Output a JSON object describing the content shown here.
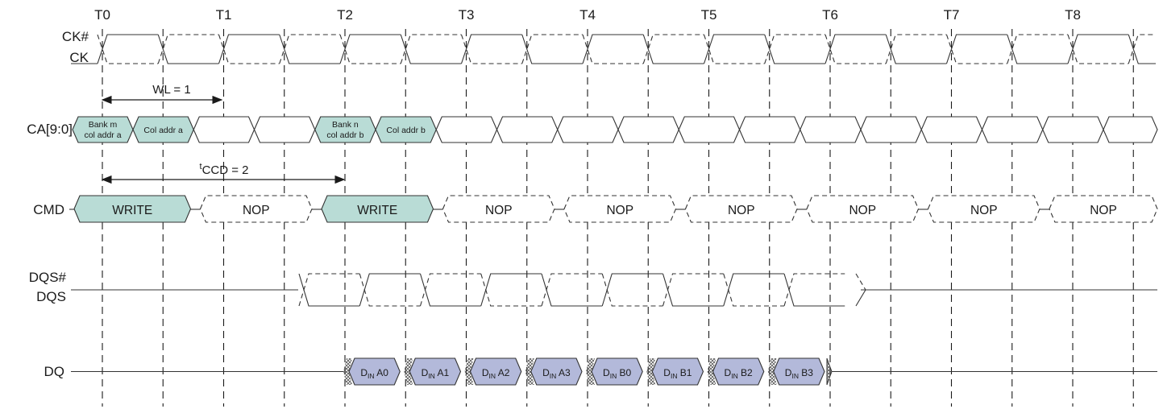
{
  "ticks": [
    "T0",
    "T1",
    "T2",
    "T3",
    "T4",
    "T5",
    "T6",
    "T7",
    "T8"
  ],
  "signals": {
    "ck_n": "CK#",
    "ck": "CK",
    "ca": "CA[9:0]",
    "cmd": "CMD",
    "dqs_n": "DQS#",
    "dqs": "DQS",
    "dq": "DQ"
  },
  "ca_cells": [
    {
      "line1": "Bank m",
      "line2": "col addr a"
    },
    {
      "line1": "Col addr a",
      "line2": ""
    },
    {
      "line1": "",
      "line2": ""
    },
    {
      "line1": "",
      "line2": ""
    },
    {
      "line1": "Bank n",
      "line2": "col addr b"
    },
    {
      "line1": "Col addr b",
      "line2": ""
    }
  ],
  "cmd_cells": [
    "WRITE",
    "NOP",
    "WRITE",
    "NOP",
    "NOP",
    "NOP",
    "NOP",
    "NOP",
    "NOP"
  ],
  "dq_cells": [
    {
      "base": "D",
      "sub": "IN",
      "suffix": " A0"
    },
    {
      "base": "D",
      "sub": "IN",
      "suffix": " A1"
    },
    {
      "base": "D",
      "sub": "IN",
      "suffix": " A2"
    },
    {
      "base": "D",
      "sub": "IN",
      "suffix": " A3"
    },
    {
      "base": "D",
      "sub": "IN",
      "suffix": " B0"
    },
    {
      "base": "D",
      "sub": "IN",
      "suffix": " B1"
    },
    {
      "base": "D",
      "sub": "IN",
      "suffix": " B2"
    },
    {
      "base": "D",
      "sub": "IN",
      "suffix": " B3"
    }
  ],
  "annotations": {
    "wl": "WL = 1",
    "tccd_super": "t",
    "tccd": "CCD = 2"
  },
  "colors": {
    "ink": "#1a1a1a",
    "teal_fill": "#b9dcd6",
    "blue_fill": "#b3b9da",
    "stroke": "#333333"
  }
}
